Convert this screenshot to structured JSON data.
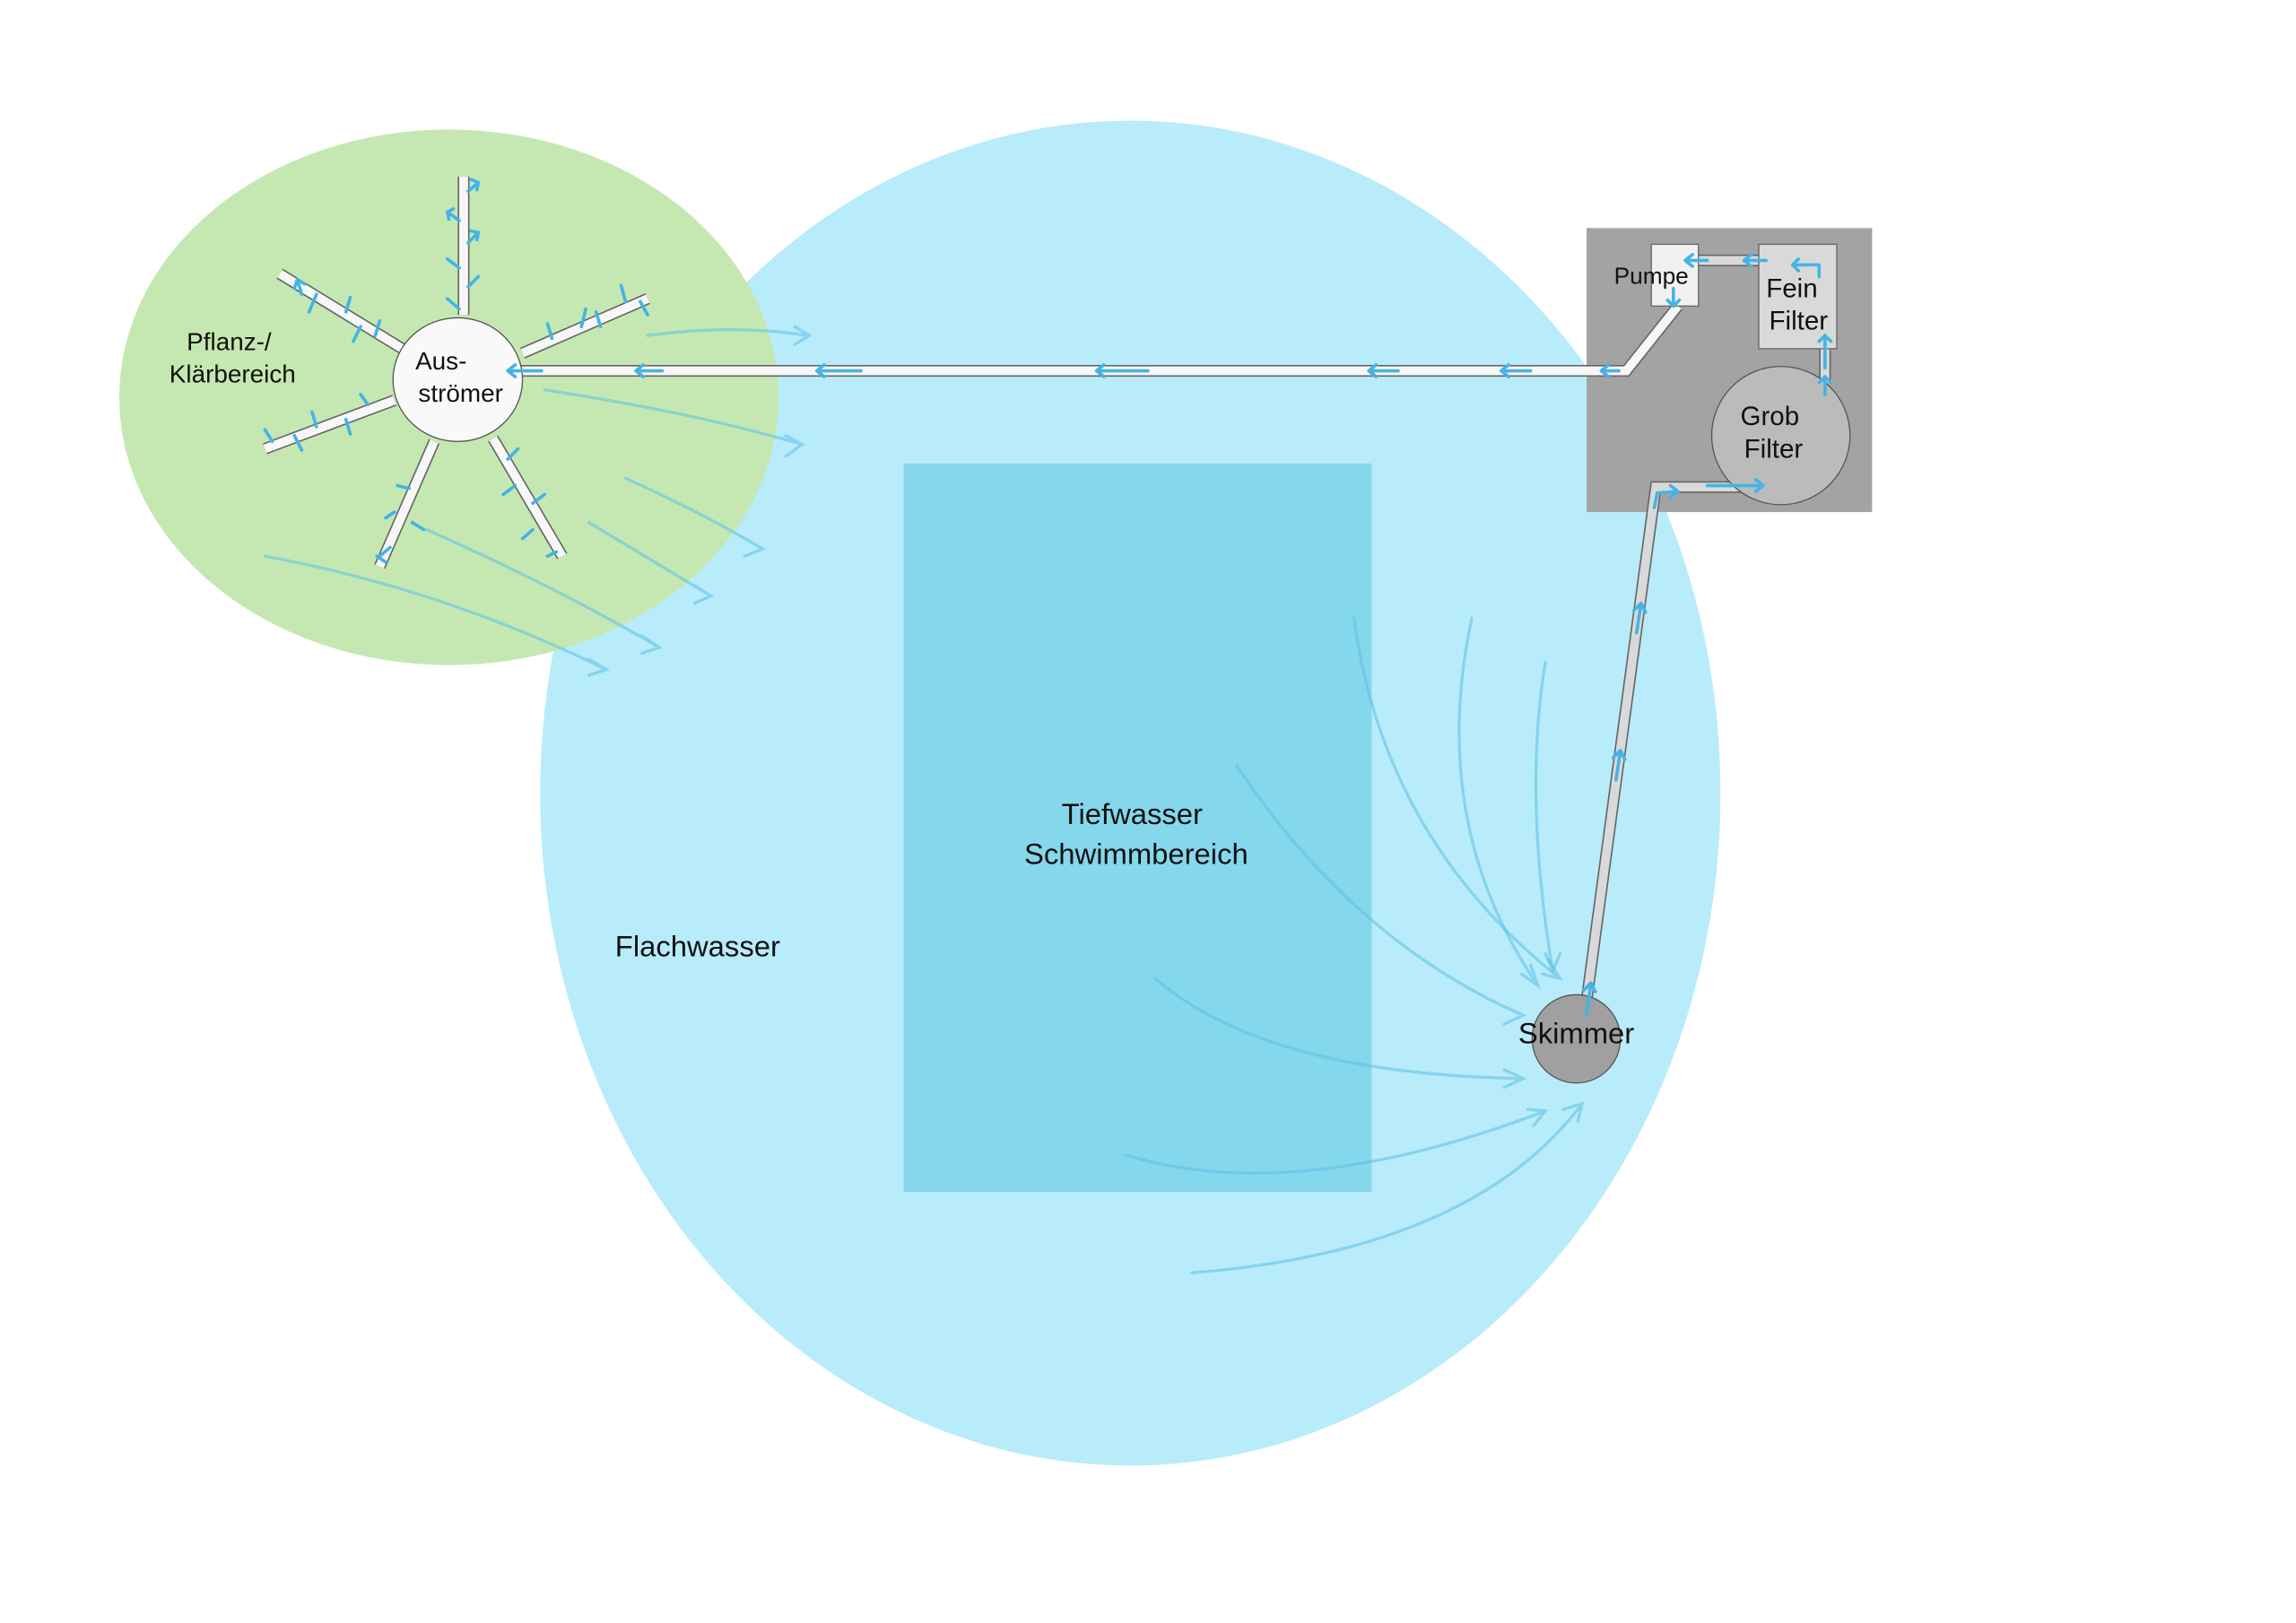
{
  "labels": {
    "plant_zone": [
      "Pflanz-/",
      "Klärbereich"
    ],
    "diffuser": [
      "Aus-",
      "strömer"
    ],
    "shallow_water": "Flachwasser",
    "deep_water": [
      "Tiefwasser",
      "Schwimmbereich"
    ],
    "pump": "Pumpe",
    "fine_filter": [
      "Fein",
      "Filter"
    ],
    "coarse_filter": [
      "Grob",
      "Filter"
    ],
    "skimmer": "Skimmer"
  },
  "colors": {
    "pond": "#b8ecfa",
    "deep_zone": "#85d7ec",
    "plant_zone": "#c5e8b2",
    "tech_box": "#a3a3a3",
    "flow_arrows": "#45b3e6",
    "skimmer": "#a0a0a0",
    "coarse_filter": "#bbbbbb",
    "fine_filter": "#d9d9d9"
  }
}
